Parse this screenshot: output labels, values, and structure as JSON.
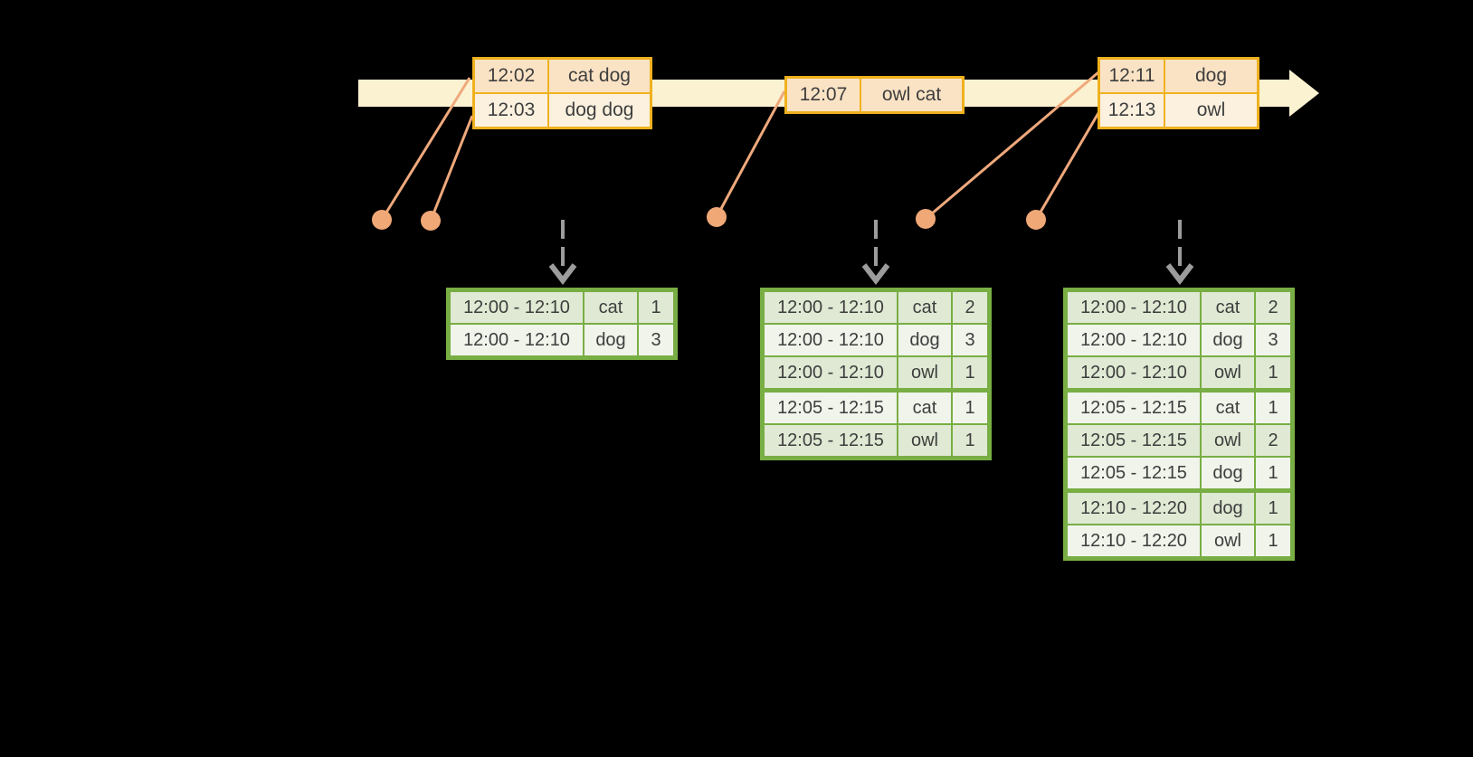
{
  "colors": {
    "background": "#000000",
    "timeline_fill": "#FBF2D1",
    "event_table_border": "#F0B11E",
    "event_row_dark": "#FAE3C5",
    "event_row_light": "#FCF1DF",
    "connector": "#EFA97C",
    "trigger_arrow": "#9C9C9C",
    "result_table_border": "#78AE44",
    "result_row_dark": "#DFE9D3",
    "result_row_light": "#F0F4EB",
    "text": "#3E3E3E"
  },
  "event_tables": [
    {
      "rows": [
        {
          "time": "12:02",
          "words": "cat dog"
        },
        {
          "time": "12:03",
          "words": "dog dog"
        }
      ]
    },
    {
      "rows": [
        {
          "time": "12:07",
          "words": "owl cat"
        }
      ]
    },
    {
      "rows": [
        {
          "time": "12:11",
          "words": "dog"
        },
        {
          "time": "12:13",
          "words": "owl"
        }
      ]
    }
  ],
  "result_tables": [
    {
      "rows": [
        {
          "window": "12:00 - 12:10",
          "word": "cat",
          "count": "1"
        },
        {
          "window": "12:00 - 12:10",
          "word": "dog",
          "count": "3"
        }
      ]
    },
    {
      "rows": [
        {
          "window": "12:00 - 12:10",
          "word": "cat",
          "count": "2"
        },
        {
          "window": "12:00 - 12:10",
          "word": "dog",
          "count": "3"
        },
        {
          "window": "12:00 - 12:10",
          "word": "owl",
          "count": "1"
        },
        {
          "window": "12:05 - 12:15",
          "word": "cat",
          "count": "1"
        },
        {
          "window": "12:05 - 12:15",
          "word": "owl",
          "count": "1"
        }
      ]
    },
    {
      "rows": [
        {
          "window": "12:00 - 12:10",
          "word": "cat",
          "count": "2"
        },
        {
          "window": "12:00 - 12:10",
          "word": "dog",
          "count": "3"
        },
        {
          "window": "12:00 - 12:10",
          "word": "owl",
          "count": "1"
        },
        {
          "window": "12:05 - 12:15",
          "word": "cat",
          "count": "1"
        },
        {
          "window": "12:05 - 12:15",
          "word": "owl",
          "count": "2"
        },
        {
          "window": "12:05 - 12:15",
          "word": "dog",
          "count": "1"
        },
        {
          "window": "12:10 - 12:20",
          "word": "dog",
          "count": "1"
        },
        {
          "window": "12:10 - 12:20",
          "word": "owl",
          "count": "1"
        }
      ]
    }
  ]
}
